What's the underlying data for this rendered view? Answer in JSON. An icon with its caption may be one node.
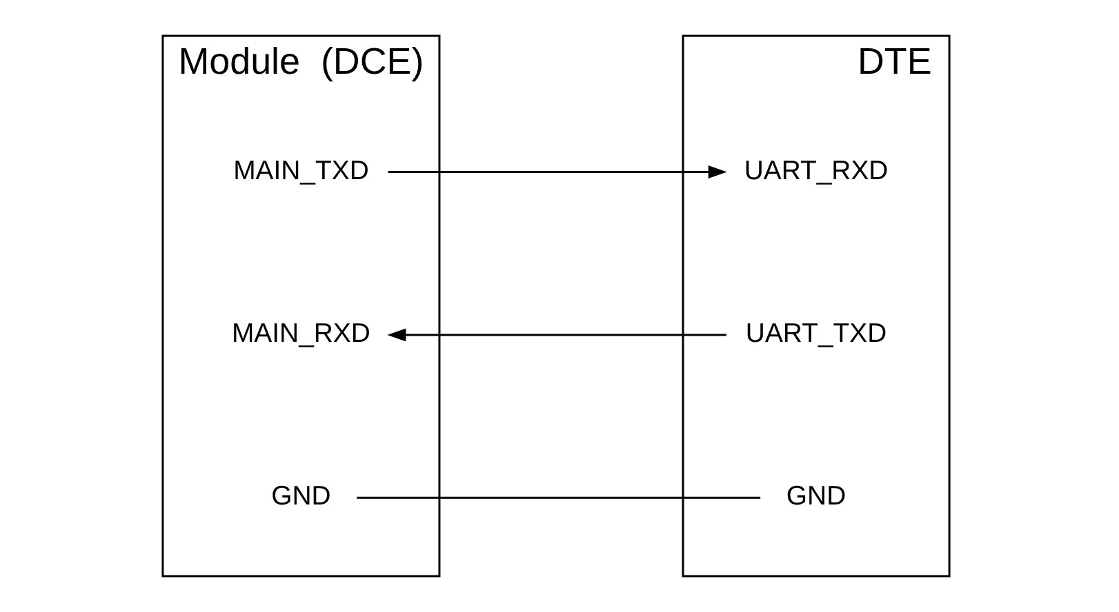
{
  "diagram": {
    "nodes": [
      {
        "text": [
          "Module  (DCE)"
        ]
      },
      {
        "text": [
          "MAIN_TXD"
        ],
        "in": 0
      },
      {
        "text": [
          "MAIN_RXD"
        ],
        "in": 0
      },
      {
        "text": [
          "GND"
        ],
        "in": 0
      },
      {
        "text": [
          "DTE"
        ]
      },
      {
        "text": [
          "UART_RXD"
        ],
        "in": 4
      },
      {
        "text": [
          "UART_TXD"
        ],
        "in": 4
      },
      {
        "text": [
          "GND"
        ],
        "in": 4
      }
    ],
    "edges": [
      {
        "from": 1,
        "to": 5,
        "arrow": "to"
      },
      {
        "from": 6,
        "to": 2,
        "arrow": "to"
      },
      {
        "from": 3,
        "to": 7,
        "arrow": "none"
      }
    ]
  }
}
